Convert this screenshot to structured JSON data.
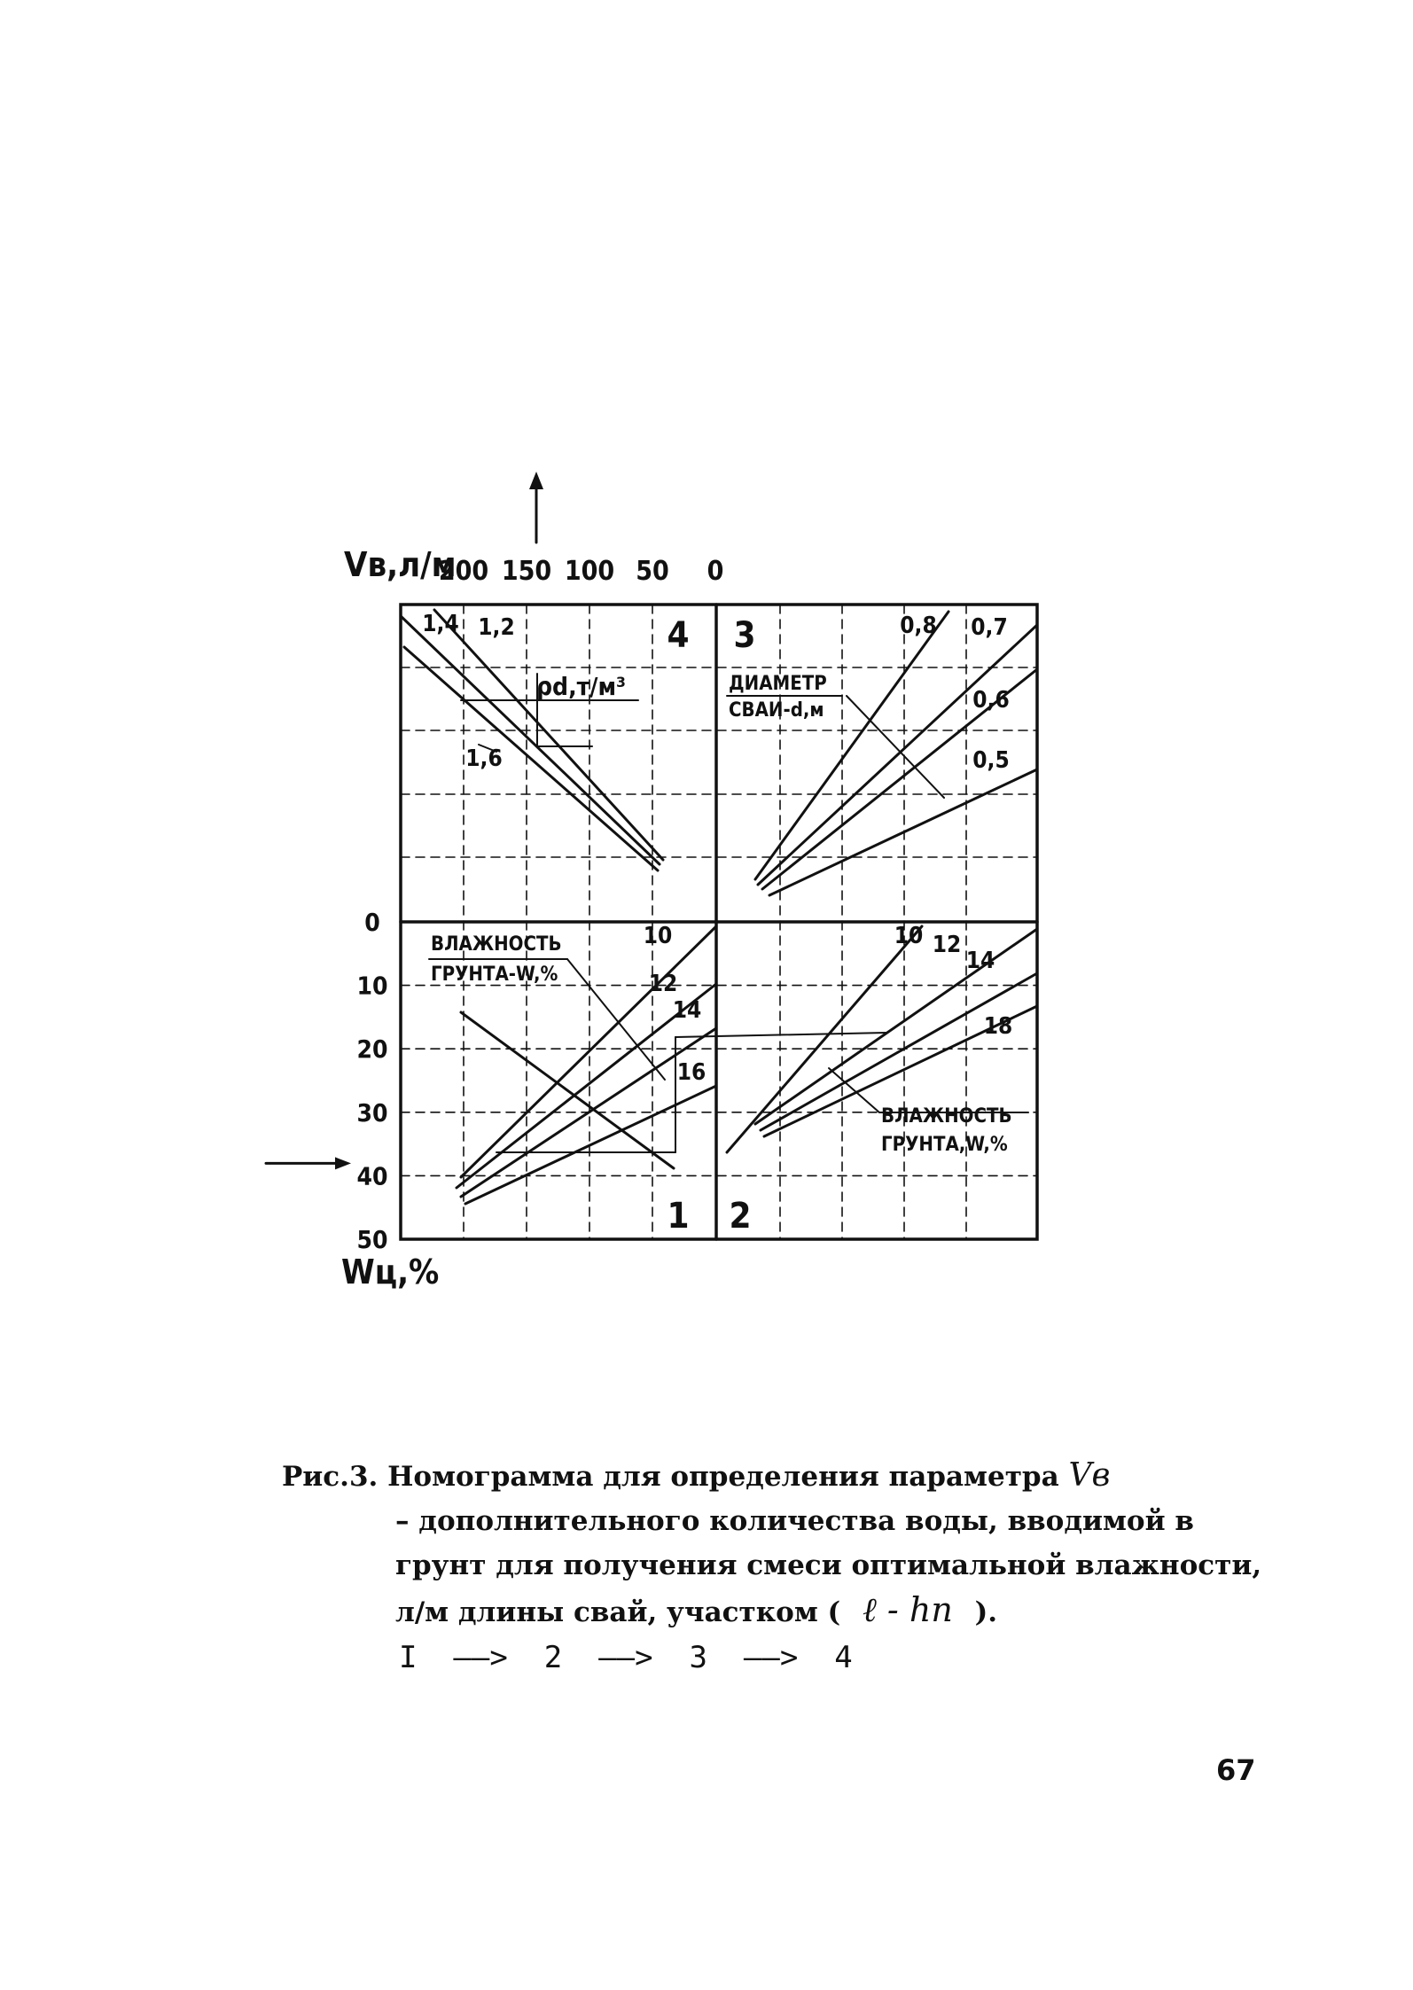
{
  "chart_data": {
    "type": "line",
    "title": "",
    "top_axis": {
      "label": "Vв,л/м",
      "ticks": [
        "200",
        "150",
        "100",
        "50",
        "0"
      ]
    },
    "left_axis": {
      "label": "Wц,%",
      "ticks": [
        "0",
        "10",
        "20",
        "30",
        "40",
        "50"
      ],
      "ylim": [
        0,
        50
      ]
    },
    "quadrants": [
      "4",
      "3",
      "1",
      "2"
    ],
    "quadrant_4": {
      "legend": "ρd,т/м³",
      "series": [
        {
          "name": "1,4"
        },
        {
          "name": "1,2"
        },
        {
          "name": "1,6"
        }
      ]
    },
    "quadrant_3": {
      "legend": [
        "ДИАМЕТР",
        "СВАИ-d,м"
      ],
      "series": [
        {
          "name": "0,8"
        },
        {
          "name": "0,7"
        },
        {
          "name": "0,6"
        },
        {
          "name": "0,5"
        }
      ]
    },
    "quadrant_1": {
      "legend": [
        "ВЛАЖНОСТЬ",
        "ГРУНТА-W,%"
      ],
      "series": [
        {
          "name": "10"
        },
        {
          "name": "12"
        },
        {
          "name": "14"
        },
        {
          "name": "16"
        }
      ]
    },
    "quadrant_2": {
      "legend": [
        "ВЛАЖНОСТЬ",
        "ГРУНТА,W,%"
      ],
      "series": [
        {
          "name": "10"
        },
        {
          "name": "12"
        },
        {
          "name": "14"
        },
        {
          "name": "18"
        }
      ]
    },
    "example_input": {
      "W_L": 40
    }
  },
  "caption": {
    "line1_prefix": "Рис.3. Номограмма для определения параметра",
    "line1_symbol": "Vв",
    "line2": "– дополнительного количества воды, вводимой в",
    "line3": "грунт для получения смеси оптимальной влажности,",
    "line4_prefix": "л/м длины свай, участком (",
    "line4_formula": "ℓ - hп",
    "line4_suffix": ")."
  },
  "sequence": "I  ——>  2  ——>  3  ——>  4",
  "page_number": "67"
}
